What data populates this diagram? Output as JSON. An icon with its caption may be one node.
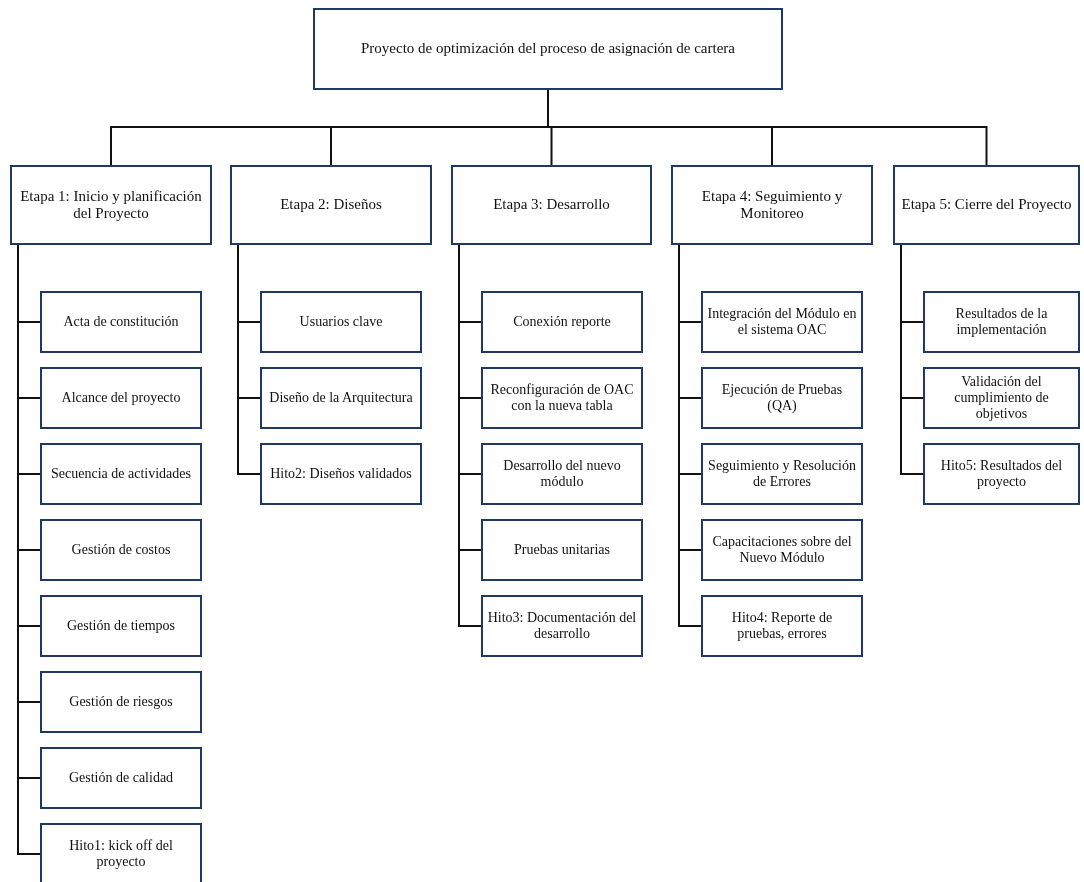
{
  "diagram": {
    "nodes": [
      {
        "text": [
          "Proyecto de optimización del proceso de asignación de cartera"
        ]
      },
      {
        "text": [
          "Etapa 1: Inicio y planificación del Proyecto"
        ]
      },
      {
        "text": [
          "Etapa 2: Diseños"
        ]
      },
      {
        "text": [
          "Etapa 3: Desarrollo"
        ]
      },
      {
        "text": [
          "Etapa 4: Seguimiento y Monitoreo"
        ]
      },
      {
        "text": [
          "Etapa 5: Cierre del Proyecto"
        ]
      },
      {
        "text": [
          "Acta de constitución"
        ]
      },
      {
        "text": [
          "Alcance del proyecto"
        ]
      },
      {
        "text": [
          "Secuencia de actividades"
        ]
      },
      {
        "text": [
          "Gestión de costos"
        ]
      },
      {
        "text": [
          "Gestión de tiempos"
        ]
      },
      {
        "text": [
          "Gestión de riesgos"
        ]
      },
      {
        "text": [
          "Gestión de calidad"
        ]
      },
      {
        "text": [
          "Hito1: kick off del proyecto"
        ]
      },
      {
        "text": [
          "Usuarios clave"
        ]
      },
      {
        "text": [
          "Diseño de la Arquitectura"
        ]
      },
      {
        "text": [
          "Hito2: Diseños validados"
        ]
      },
      {
        "text": [
          "Conexión reporte"
        ]
      },
      {
        "text": [
          "Reconfiguración de OAC con la nueva tabla"
        ]
      },
      {
        "text": [
          "Desarrollo del nuevo módulo"
        ]
      },
      {
        "text": [
          "Pruebas unitarias"
        ]
      },
      {
        "text": [
          "Hito3: Documentación del desarrollo"
        ]
      },
      {
        "text": [
          "Integración del Módulo en el sistema OAC"
        ]
      },
      {
        "text": [
          "Ejecución de Pruebas (QA)"
        ]
      },
      {
        "text": [
          "Seguimiento y Resolución de Errores"
        ]
      },
      {
        "text": [
          "Capacitaciones sobre del Nuevo Módulo"
        ]
      },
      {
        "text": [
          "Hito4: Reporte de pruebas, errores"
        ]
      },
      {
        "text": [
          "Resultados de la implementación"
        ]
      },
      {
        "text": [
          "Validación del cumplimiento de objetivos"
        ]
      },
      {
        "text": [
          "Hito5: Resultados del proyecto"
        ]
      }
    ],
    "edges": [
      {
        "from": 0,
        "to": 1,
        "arrow": "none"
      },
      {
        "from": 0,
        "to": 2,
        "arrow": "none"
      },
      {
        "from": 0,
        "to": 3,
        "arrow": "none"
      },
      {
        "from": 0,
        "to": 4,
        "arrow": "none"
      },
      {
        "from": 0,
        "to": 5,
        "arrow": "none"
      },
      {
        "from": 1,
        "to": 6,
        "arrow": "none"
      },
      {
        "from": 1,
        "to": 7,
        "arrow": "none"
      },
      {
        "from": 1,
        "to": 8,
        "arrow": "none"
      },
      {
        "from": 1,
        "to": 9,
        "arrow": "none"
      },
      {
        "from": 1,
        "to": 10,
        "arrow": "none"
      },
      {
        "from": 1,
        "to": 11,
        "arrow": "none"
      },
      {
        "from": 1,
        "to": 12,
        "arrow": "none"
      },
      {
        "from": 1,
        "to": 13,
        "arrow": "none"
      },
      {
        "from": 2,
        "to": 14,
        "arrow": "none"
      },
      {
        "from": 2,
        "to": 15,
        "arrow": "none"
      },
      {
        "from": 2,
        "to": 16,
        "arrow": "none"
      },
      {
        "from": 3,
        "to": 17,
        "arrow": "none"
      },
      {
        "from": 3,
        "to": 18,
        "arrow": "none"
      },
      {
        "from": 3,
        "to": 19,
        "arrow": "none"
      },
      {
        "from": 3,
        "to": 20,
        "arrow": "none"
      },
      {
        "from": 3,
        "to": 21,
        "arrow": "none"
      },
      {
        "from": 4,
        "to": 22,
        "arrow": "none"
      },
      {
        "from": 4,
        "to": 23,
        "arrow": "none"
      },
      {
        "from": 4,
        "to": 24,
        "arrow": "none"
      },
      {
        "from": 4,
        "to": 25,
        "arrow": "none"
      },
      {
        "from": 4,
        "to": 26,
        "arrow": "none"
      },
      {
        "from": 5,
        "to": 27,
        "arrow": "none"
      },
      {
        "from": 5,
        "to": 28,
        "arrow": "none"
      },
      {
        "from": 5,
        "to": 29,
        "arrow": "none"
      }
    ]
  }
}
